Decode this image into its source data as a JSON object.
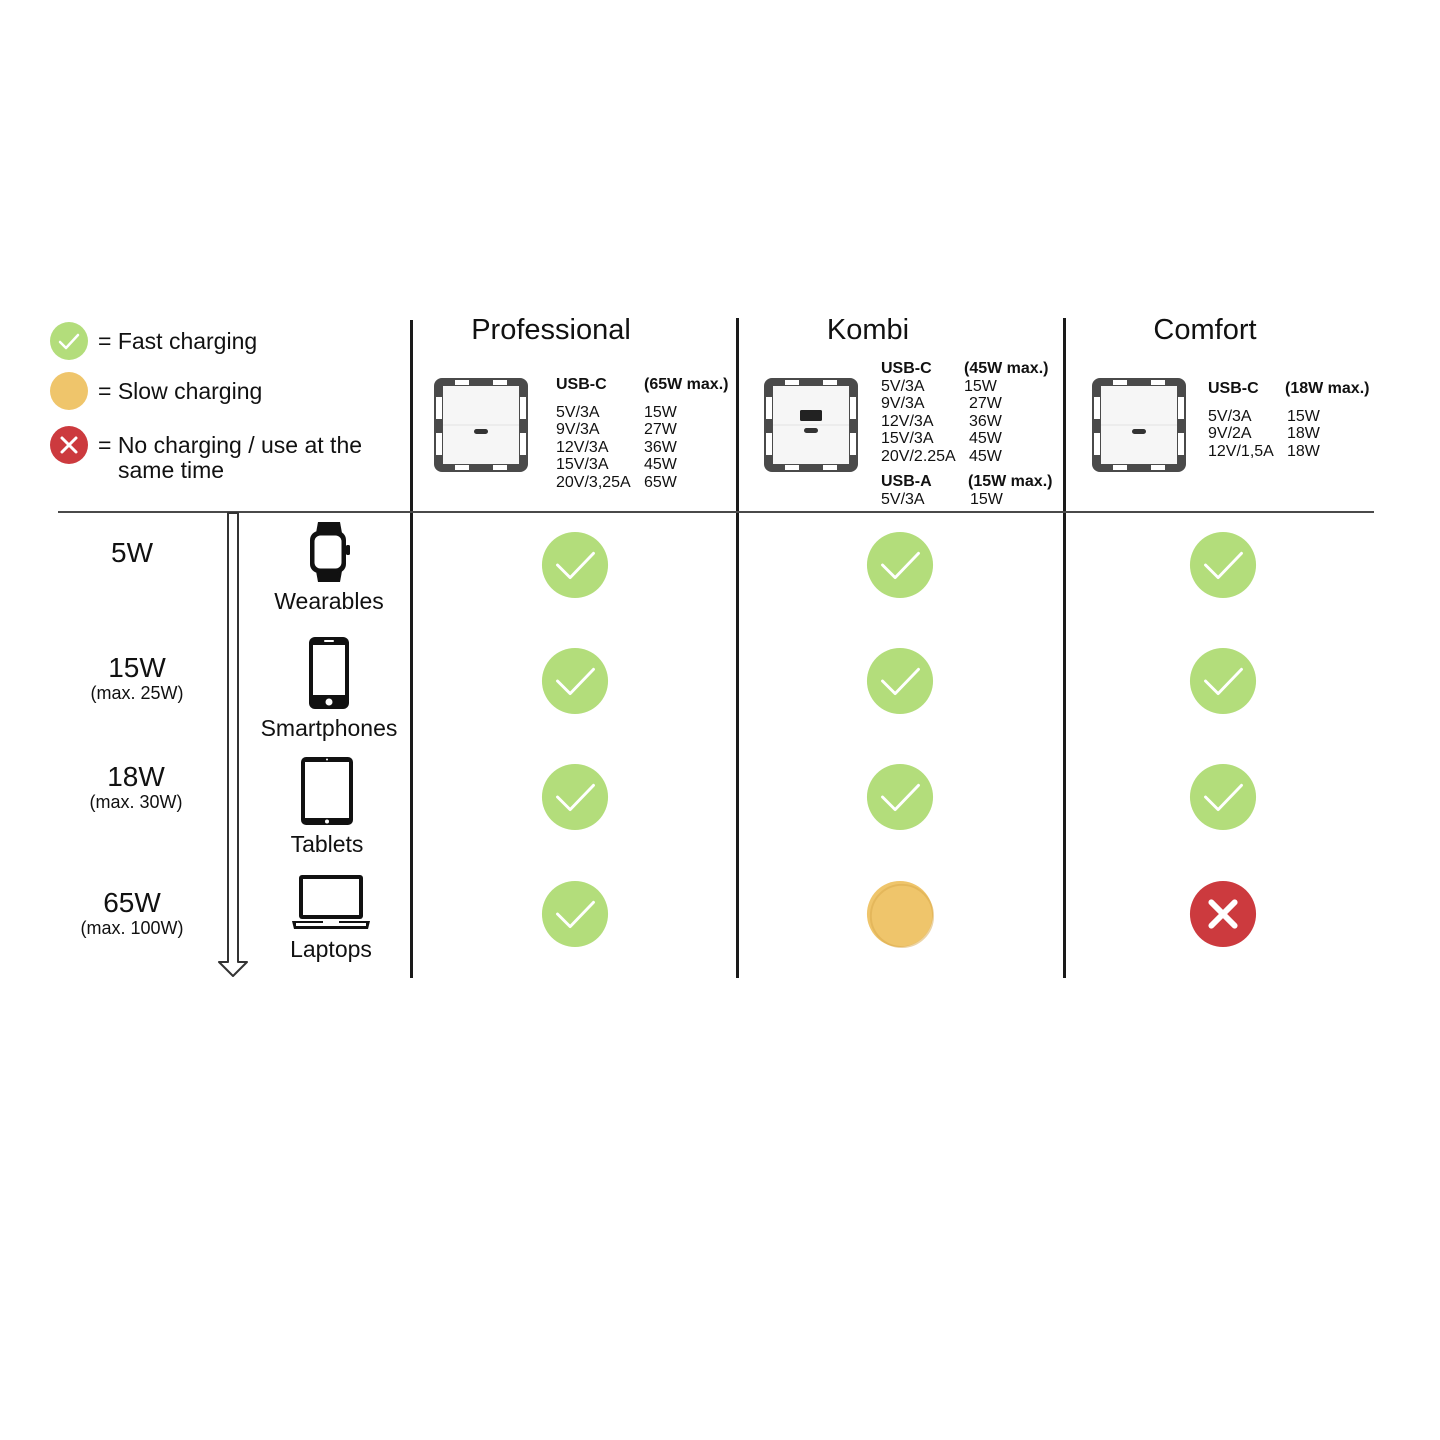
{
  "legend": [
    {
      "status": "fast",
      "text": "= Fast charging",
      "text2": ""
    },
    {
      "status": "slow",
      "text": "= Slow charging",
      "text2": ""
    },
    {
      "status": "none",
      "text": "= No charging / use at the",
      "text2": "same time"
    }
  ],
  "columns": [
    {
      "title": "Professional",
      "ports": [
        {
          "name": "USB-C",
          "max": "(65W max.)",
          "rows": [
            [
              "5V/3A",
              "15W"
            ],
            [
              "9V/3A",
              "27W"
            ],
            [
              "12V/3A",
              "36W"
            ],
            [
              "15V/3A",
              "45W"
            ],
            [
              "20V/3,25A",
              "65W"
            ]
          ]
        }
      ]
    },
    {
      "title": "Kombi",
      "ports": [
        {
          "name": "USB-C",
          "max": "(45W max.)",
          "rows": [
            [
              "5V/3A",
              "15W"
            ],
            [
              "9V/3A",
              "27W"
            ],
            [
              "12V/3A",
              "36W"
            ],
            [
              "15V/3A",
              "45W"
            ],
            [
              "20V/2.25A",
              "45W"
            ]
          ]
        },
        {
          "name": "USB-A",
          "max": "(15W max.)",
          "rows": [
            [
              "5V/3A",
              "15W"
            ]
          ]
        }
      ]
    },
    {
      "title": "Comfort",
      "ports": [
        {
          "name": "USB-C",
          "max": "(18W max.)",
          "rows": [
            [
              "5V/3A",
              "15W"
            ],
            [
              "9V/2A",
              "18W"
            ],
            [
              "12V/1,5A",
              "18W"
            ]
          ]
        }
      ]
    }
  ],
  "rows": [
    {
      "power": "5W",
      "power_max": "",
      "device": "Wearables",
      "device_icon": "smartwatch-icon",
      "status": [
        "fast",
        "fast",
        "fast"
      ]
    },
    {
      "power": "15W",
      "power_max": "(max. 25W)",
      "device": "Smartphones",
      "device_icon": "smartphone-icon",
      "status": [
        "fast",
        "fast",
        "fast"
      ]
    },
    {
      "power": "18W",
      "power_max": "(max. 30W)",
      "device": "Tablets",
      "device_icon": "tablet-icon",
      "status": [
        "fast",
        "fast",
        "fast"
      ]
    },
    {
      "power": "65W",
      "power_max": "(max. 100W)",
      "device": "Laptops",
      "device_icon": "laptop-icon",
      "status": [
        "fast",
        "slow",
        "none"
      ]
    }
  ],
  "colors": {
    "fast": "#b3dd7b",
    "slow": "#efc56b",
    "none": "#cc3a3e"
  }
}
